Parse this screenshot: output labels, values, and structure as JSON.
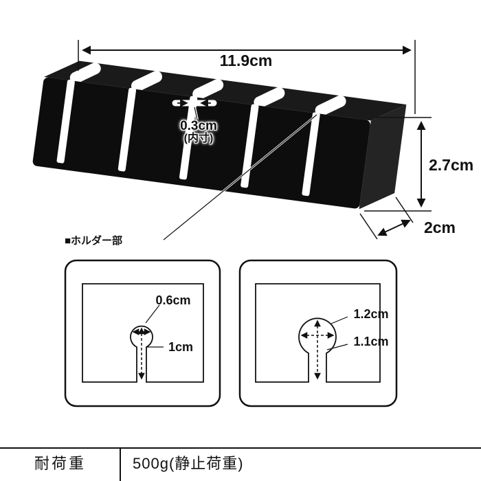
{
  "diagram": {
    "width_label": "11.9cm",
    "height_label": "2.7cm",
    "depth_label": "2cm",
    "slot_width_label": "0.3cm",
    "slot_width_note": "(内寸)",
    "holder_section_label": "■ホルダー部",
    "left_detail": {
      "width_label": "0.6cm",
      "height_label": "1cm"
    },
    "right_detail": {
      "width_label": "1.2cm",
      "height_label": "1.1cm"
    }
  },
  "spec_table": {
    "rows": [
      {
        "label": "耐荷重",
        "value": "500g(静止荷重)"
      }
    ]
  },
  "colors": {
    "product_black": "#0d0d0d",
    "line": "#111111",
    "background": "#ffffff"
  }
}
